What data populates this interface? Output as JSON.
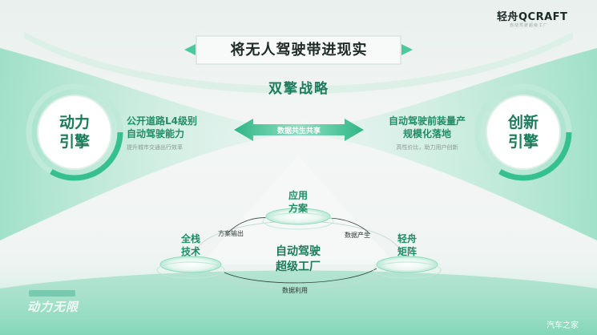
{
  "brand": {
    "logo_text": "轻舟QCRAFT",
    "tagline": "自动驾驶超级工厂"
  },
  "banner": {
    "title": "将无人驾驶带进现实"
  },
  "strategy": {
    "title": "双擎战略"
  },
  "left_engine": {
    "circle_line1": "动力",
    "circle_line2": "引擎",
    "headline_line1": "公开道路L4级别",
    "headline_line2": "自动驾驶能力",
    "subtext": "提升城市交通出行效率"
  },
  "right_engine": {
    "circle_line1": "创新",
    "circle_line2": "引擎",
    "headline_line1": "自动驾驶前装量产",
    "headline_line2": "规模化落地",
    "subtext": "高性价比，助力用户创新"
  },
  "center_arrow": {
    "label": "数据共生共享"
  },
  "factory": {
    "center_line1": "自动驾驶",
    "center_line2": "超级工厂",
    "nodes": {
      "top": {
        "line1": "应用",
        "line2": "方案"
      },
      "left": {
        "line1": "全栈",
        "line2": "技术"
      },
      "right": {
        "line1": "轻舟",
        "line2": "矩阵"
      }
    },
    "flows": {
      "left_to_top": "方案输出",
      "top_to_right": "数据产生",
      "bottom": "数据利用"
    }
  },
  "watermark": {
    "text": "动力无限"
  },
  "credit": {
    "text": "汽车之家"
  },
  "colors": {
    "accent": "#1f8d67",
    "accent_light": "#7ed9b4",
    "dark": "#1f2a27"
  }
}
